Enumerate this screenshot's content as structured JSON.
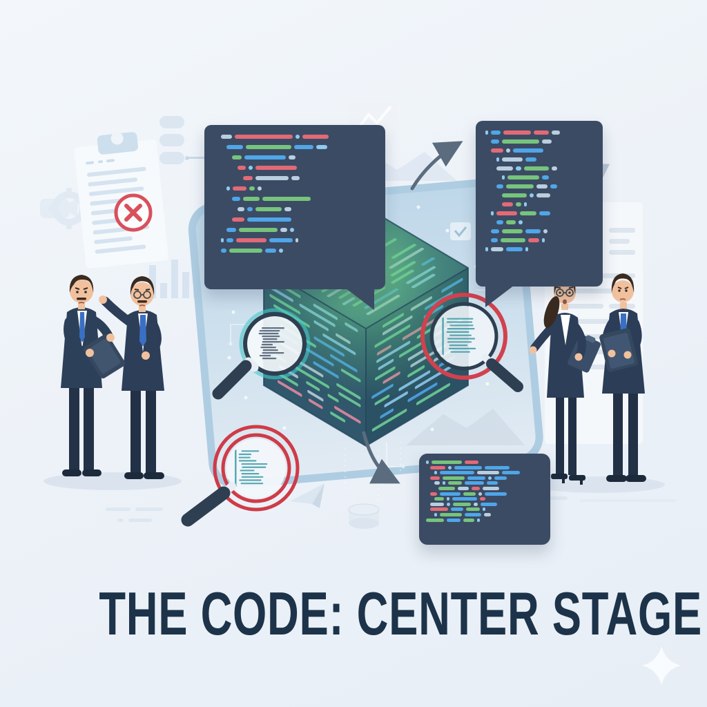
{
  "title": {
    "text": "THE CODE: CENTER STAGE",
    "color": "#1d3349"
  },
  "palette": {
    "background": "#edf2f8",
    "panel_fill": "#cde0ee",
    "panel_border": "#aecde2",
    "dark_box": "#3c4b64",
    "arrow_dark": "#5b6c7e",
    "arrow_light": "#b9c6d2",
    "ring_red": "#d2414e",
    "ring_dark": "#2e3f52",
    "error_red": "#d8505c",
    "suit": "#2d4059",
    "shirt": "#ffffff",
    "tie": "#3a6fc4",
    "skin": "#f1c19e",
    "hair": "#3b2b20",
    "title_color": "#1d3349",
    "code": {
      "red": "#e26a76",
      "green": "#77c47d",
      "blue": "#4fa6e8",
      "sky": "#8ecbee",
      "pale": "#b9cede"
    }
  },
  "icons": [
    "error-x-icon",
    "clipboard-icon",
    "gear-icon",
    "bar-chart-icon",
    "line-chart-icon",
    "mountain-icon",
    "database-icon",
    "paper-plane-icon",
    "sparkle-icon",
    "magnifier-icon",
    "checklist-icon",
    "code-speech-bubble",
    "document-icon",
    "arrow-icon",
    "code-cube"
  ],
  "cube_code": {
    "rows": 13,
    "seed": 7,
    "palette": [
      "#6fcf97",
      "#4fa6e8",
      "#8ecbee",
      "#b9cede",
      "#e58aa0"
    ],
    "weights": [
      3,
      3,
      2,
      2,
      1
    ]
  },
  "lens_code": {
    "left": {
      "lines": 12,
      "color": "#4a5b6e",
      "bar": false
    },
    "right": {
      "lines": 11,
      "color": "#3d9aa5",
      "bar": true
    },
    "bottom": {
      "lines": 11,
      "color": "#3d9aa5",
      "bar": true
    }
  },
  "code_boxes": {
    "top_left": {
      "rows": [
        [
          10,
          [
            "pale",
            16
          ],
          [
            "red",
            84
          ],
          [
            "sky",
            6
          ],
          [
            "red",
            38
          ]
        ],
        [
          18,
          [
            "blue",
            24
          ],
          [
            "green",
            66
          ],
          [
            "blue",
            28
          ],
          [
            "sky",
            16
          ]
        ],
        [
          26,
          [
            "green",
            14
          ],
          [
            "blue",
            60
          ],
          [
            "pale",
            10
          ]
        ],
        [
          34,
          [
            "red",
            12
          ],
          [
            "sky",
            6
          ],
          [
            "red",
            60
          ]
        ],
        [
          42,
          [
            "red",
            14
          ],
          [
            "pale",
            48
          ],
          [
            "pale",
            12
          ]
        ],
        [
          18,
          [
            "sky",
            5
          ],
          [
            "red",
            20
          ],
          [
            "green",
            8
          ],
          [
            "pale",
            6
          ]
        ],
        [
          26,
          [
            "blue",
            12
          ],
          [
            "green",
            24
          ],
          [
            "green",
            70
          ]
        ],
        [
          34,
          [
            "pale",
            10
          ],
          [
            "blue",
            8
          ],
          [
            "green",
            38
          ],
          [
            "pale",
            10
          ]
        ],
        [
          26,
          [
            "red",
            18
          ],
          [
            "blue",
            64
          ]
        ],
        [
          18,
          [
            "blue",
            14
          ],
          [
            "green",
            56
          ],
          [
            "pale",
            10
          ],
          [
            "sky",
            6
          ]
        ],
        [
          10,
          [
            "sky",
            4
          ],
          [
            "blue",
            10
          ],
          [
            "red",
            44
          ],
          [
            "blue",
            34
          ],
          [
            "pale",
            4
          ]
        ],
        [
          10,
          [
            "blue",
            8
          ],
          [
            "green",
            48
          ],
          [
            "blue",
            16
          ],
          [
            "sky",
            6
          ]
        ]
      ]
    },
    "top_right": {
      "rows": [
        [
          0,
          [
            "sky",
            4
          ],
          [
            "blue",
            14
          ],
          [
            "red",
            40
          ],
          [
            "red",
            22
          ],
          [
            "pale",
            12
          ]
        ],
        [
          8,
          [
            "blue",
            12
          ],
          [
            "green",
            54
          ],
          [
            "pale",
            14
          ]
        ],
        [
          8,
          [
            "red",
            18
          ],
          [
            "pale",
            6
          ],
          [
            "blue",
            44
          ]
        ],
        [
          16,
          [
            "sky",
            4
          ],
          [
            "pale",
            30
          ],
          [
            "blue",
            16
          ]
        ],
        [
          16,
          [
            "pale",
            24
          ],
          [
            "sky",
            8
          ],
          [
            "green",
            36
          ],
          [
            "pale",
            8
          ]
        ],
        [
          24,
          [
            "sky",
            4
          ],
          [
            "green",
            46
          ],
          [
            "blue",
            10
          ]
        ],
        [
          16,
          [
            "blue",
            10
          ],
          [
            "green",
            40
          ],
          [
            "pale",
            16
          ],
          [
            "blue",
            10
          ]
        ],
        [
          24,
          [
            "green",
            36
          ],
          [
            "sky",
            6
          ],
          [
            "pale",
            20
          ]
        ],
        [
          24,
          [
            "red",
            16
          ],
          [
            "green",
            8
          ],
          [
            "sky",
            4
          ]
        ],
        [
          8,
          [
            "sky",
            4
          ],
          [
            "red",
            30
          ],
          [
            "green",
            24
          ],
          [
            "blue",
            16
          ]
        ],
        [
          16,
          [
            "blue",
            10
          ],
          [
            "green",
            14
          ],
          [
            "sky",
            6
          ]
        ],
        [
          8,
          [
            "blue",
            12
          ],
          [
            "green",
            30
          ],
          [
            "blue",
            22
          ],
          [
            "pale",
            6
          ]
        ],
        [
          8,
          [
            "blue",
            10
          ],
          [
            "green",
            36
          ],
          [
            "red",
            16
          ],
          [
            "sky",
            4
          ]
        ],
        [
          0,
          [
            "sky",
            4
          ],
          [
            "pale",
            18
          ],
          [
            "blue",
            24
          ],
          [
            "sky",
            4
          ]
        ]
      ]
    },
    "bottom": {
      "rows": [
        [
          0,
          [
            "sky",
            4
          ],
          [
            "green",
            44
          ],
          [
            "red",
            20
          ]
        ],
        [
          6,
          [
            "red",
            22
          ],
          [
            "sky",
            5
          ],
          [
            "blue",
            40
          ],
          [
            "blue",
            36
          ]
        ],
        [
          12,
          [
            "sky",
            4
          ],
          [
            "blue",
            50
          ],
          [
            "pale",
            32
          ],
          [
            "blue",
            26
          ]
        ],
        [
          6,
          [
            "red",
            14
          ],
          [
            "green",
            32
          ],
          [
            "blue",
            26
          ],
          [
            "sky",
            5
          ],
          [
            "blue",
            18
          ]
        ],
        [
          12,
          [
            "pale",
            8
          ],
          [
            "sky",
            4
          ],
          [
            "green",
            20
          ],
          [
            "blue",
            28
          ],
          [
            "blue",
            16
          ]
        ],
        [
          18,
          [
            "green",
            24
          ],
          [
            "pale",
            16
          ],
          [
            "red",
            12
          ],
          [
            "pale",
            24
          ]
        ],
        [
          6,
          [
            "red",
            10
          ],
          [
            "blue",
            30
          ],
          [
            "green",
            18
          ],
          [
            "pale",
            5
          ],
          [
            "blue",
            32
          ]
        ],
        [
          12,
          [
            "green",
            14
          ],
          [
            "sky",
            4
          ],
          [
            "blue",
            36
          ],
          [
            "red",
            8
          ]
        ],
        [
          6,
          [
            "pale",
            20
          ],
          [
            "sky",
            5
          ],
          [
            "green",
            26
          ],
          [
            "pale",
            6
          ],
          [
            "blue",
            24
          ]
        ],
        [
          6,
          [
            "red",
            26
          ],
          [
            "blue",
            18
          ],
          [
            "green",
            20
          ],
          [
            "sky",
            4
          ]
        ],
        [
          12,
          [
            "sky",
            4
          ],
          [
            "green",
            32
          ],
          [
            "blue",
            24
          ],
          [
            "pale",
            10
          ]
        ],
        [
          0,
          [
            "green",
            26
          ],
          [
            "blue",
            20
          ],
          [
            "green",
            16
          ],
          [
            "sky",
            4
          ]
        ]
      ]
    }
  }
}
